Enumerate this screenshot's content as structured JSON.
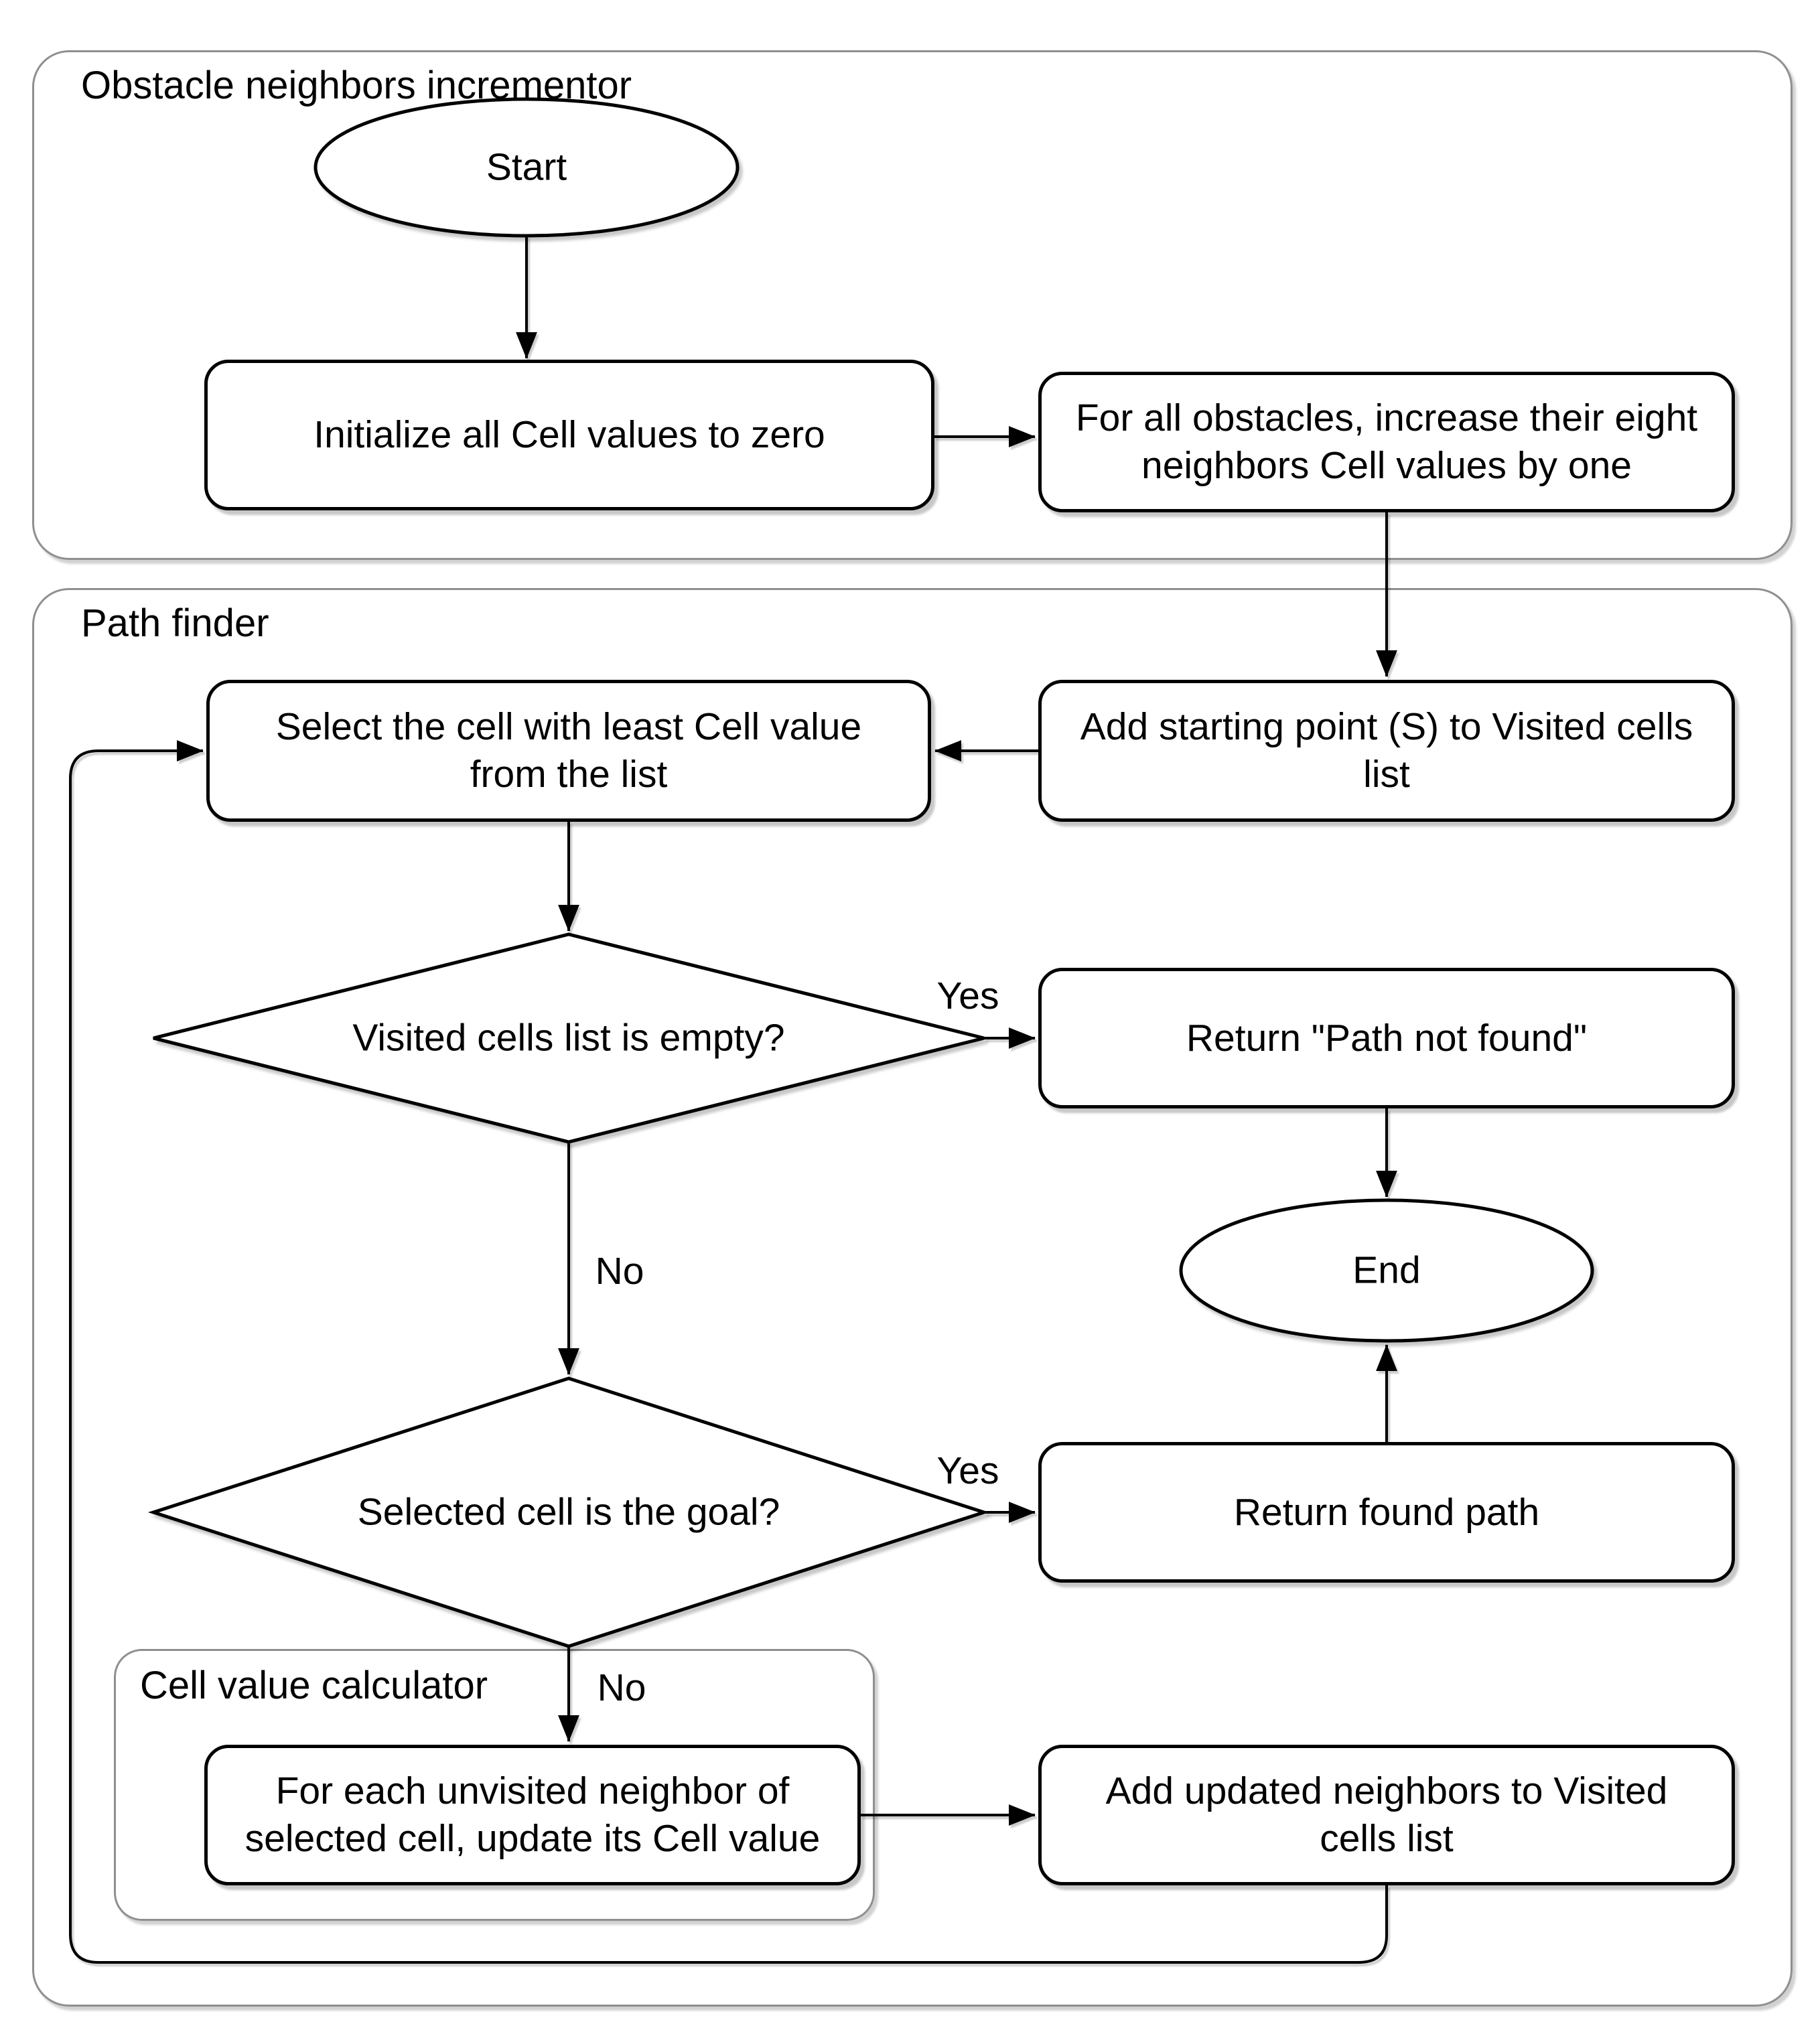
{
  "diagram": {
    "background_color": "#ffffff",
    "node_fill_color": "#ffffff",
    "node_border_color": "#000000",
    "container_border_color": "#8f8f8f",
    "text_color": "#000000",
    "containers": {
      "obstacle_incrementor": {
        "title": "Obstacle neighbors incrementor"
      },
      "path_finder": {
        "title": "Path finder"
      },
      "cell_value_calculator": {
        "title": "Cell value calculator"
      }
    },
    "nodes": {
      "start": {
        "type": "terminator",
        "label": "Start"
      },
      "init_cells": {
        "type": "process",
        "label": "Initialize all Cell values to zero"
      },
      "increase_neighbors": {
        "type": "process",
        "label": "For all obstacles, increase their eight neighbors Cell values by one"
      },
      "add_start": {
        "type": "process",
        "label": "Add starting point (S) to Visited cells list"
      },
      "select_cell": {
        "type": "process",
        "label": "Select the cell with least Cell value from the list"
      },
      "visited_empty": {
        "type": "decision",
        "label": "Visited cells list is empty?"
      },
      "path_not_found": {
        "type": "process",
        "label": "Return \"Path not found\""
      },
      "end": {
        "type": "terminator",
        "label": "End"
      },
      "cell_is_goal": {
        "type": "decision",
        "label": "Selected cell is the goal?"
      },
      "return_found_path": {
        "type": "process",
        "label": "Return found path"
      },
      "update_neighbors": {
        "type": "process",
        "label": "For each unvisited neighbor of selected cell,  update its Cell value"
      },
      "add_updated_neighbors": {
        "type": "process",
        "label": "Add updated neighbors to Visited cells list"
      }
    },
    "edge_labels": {
      "visited_empty_yes": "Yes",
      "visited_empty_no": "No",
      "goal_yes": "Yes",
      "goal_no": "No"
    }
  }
}
